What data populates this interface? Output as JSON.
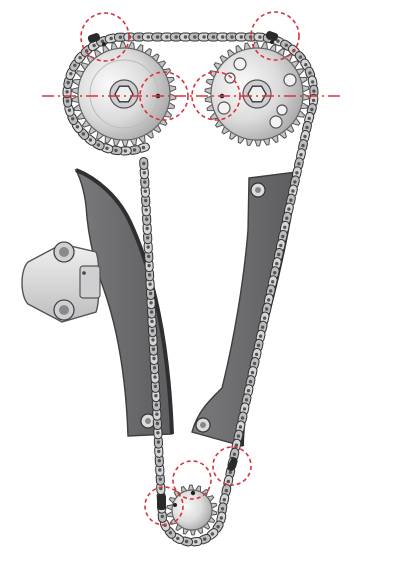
{
  "diagram": {
    "type": "timing-chain-diagram",
    "components": [
      {
        "id": "intake-camshaft-sprocket",
        "teeth": 34
      },
      {
        "id": "exhaust-camshaft-sprocket",
        "teeth": 34
      },
      {
        "id": "crankshaft-sprocket",
        "teeth": 18
      },
      {
        "id": "timing-chain"
      },
      {
        "id": "chain-guide-left"
      },
      {
        "id": "chain-guide-right"
      },
      {
        "id": "chain-tensioner"
      }
    ],
    "alignment_marks": [
      "intake-top-mark",
      "exhaust-top-mark",
      "intake-side-mark",
      "exhaust-side-mark",
      "crank-mark",
      "crank-link-mark",
      "chain-pin-mark"
    ],
    "colors": {
      "marker": "#d9333f",
      "guide": "#6f6f71",
      "chain_plate": "#b9b9bb",
      "sprocket_light": "#eeeeee",
      "sprocket_dark": "#a7a7a9"
    }
  }
}
